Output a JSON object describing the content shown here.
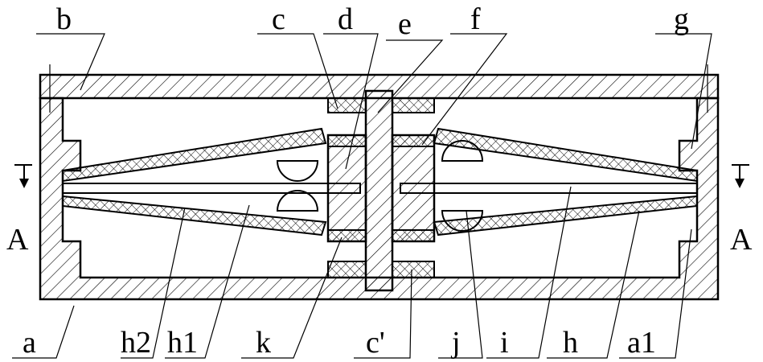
{
  "title": "Cross-sectional mechanical drawing",
  "labels": {
    "b": "b",
    "c": "c",
    "d": "d",
    "e": "e",
    "f": "f",
    "g": "g",
    "a": "a",
    "h2": "h2",
    "h1": "h1",
    "k": "k",
    "c_prime": "c'",
    "j": "j",
    "i": "i",
    "h": "h",
    "a1": "a1",
    "section_left": "A",
    "section_right": "A"
  }
}
